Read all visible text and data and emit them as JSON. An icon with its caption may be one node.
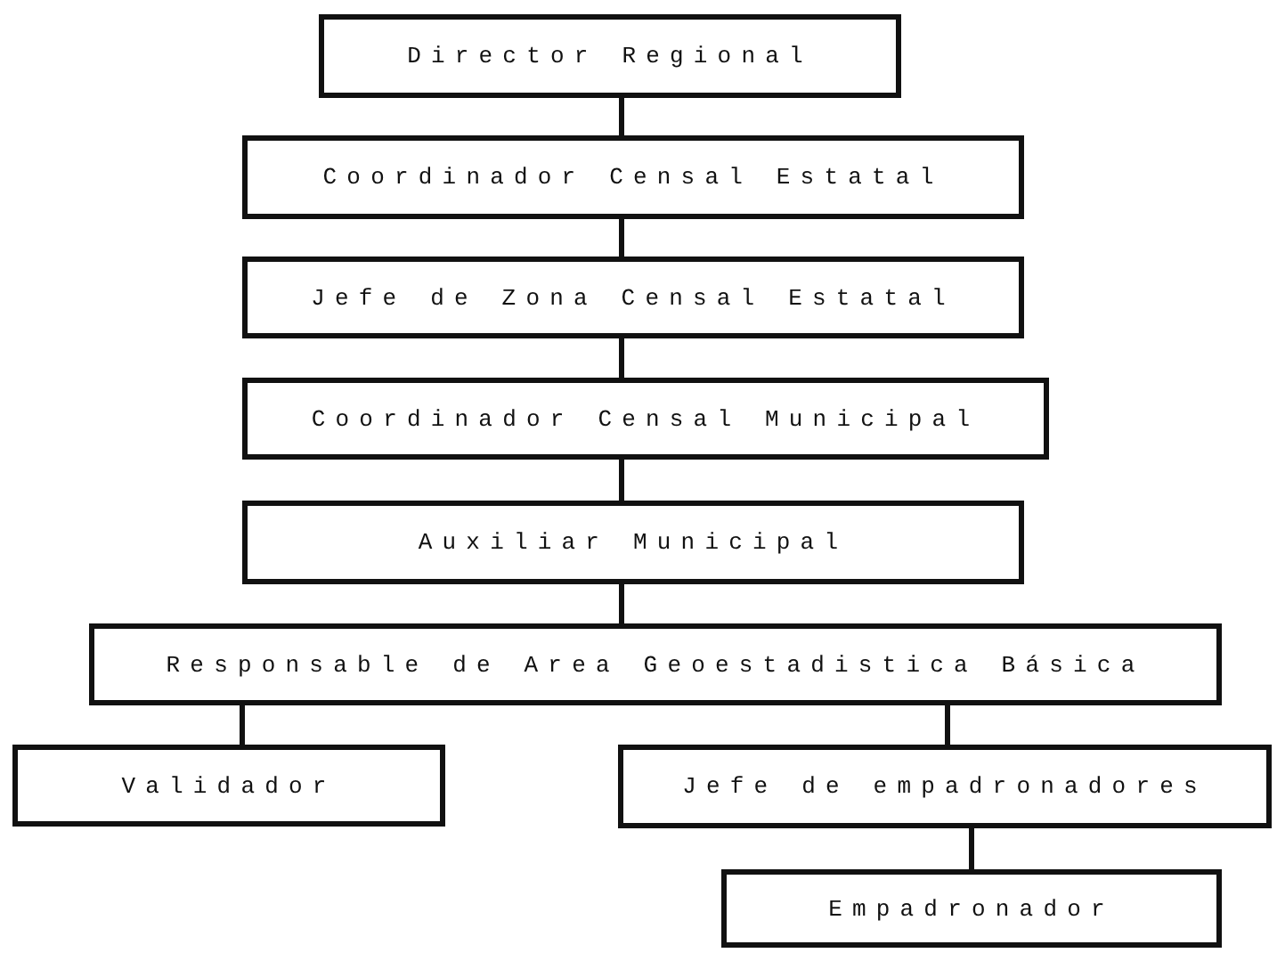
{
  "diagram": {
    "nodes": [
      {
        "text": [
          "Director Regional"
        ]
      },
      {
        "text": [
          "Coordinador Censal Estatal"
        ]
      },
      {
        "text": [
          "Jefe de Zona Censal Estatal"
        ]
      },
      {
        "text": [
          "Coordinador Censal Municipal"
        ]
      },
      {
        "text": [
          "Auxiliar Municipal"
        ]
      },
      {
        "text": [
          "Responsable de Area Geoestadistica Básica"
        ]
      },
      {
        "text": [
          "Validador"
        ]
      },
      {
        "text": [
          "Jefe de empadronadores"
        ]
      },
      {
        "text": [
          "Empadronador"
        ]
      }
    ],
    "edges": [
      {
        "from": 0,
        "to": 1,
        "arrow": "none"
      },
      {
        "from": 1,
        "to": 2,
        "arrow": "none"
      },
      {
        "from": 2,
        "to": 3,
        "arrow": "none"
      },
      {
        "from": 3,
        "to": 4,
        "arrow": "none"
      },
      {
        "from": 4,
        "to": 5,
        "arrow": "none"
      },
      {
        "from": 5,
        "to": 6,
        "arrow": "none"
      },
      {
        "from": 5,
        "to": 7,
        "arrow": "none"
      },
      {
        "from": 7,
        "to": 8,
        "arrow": "none"
      }
    ]
  }
}
